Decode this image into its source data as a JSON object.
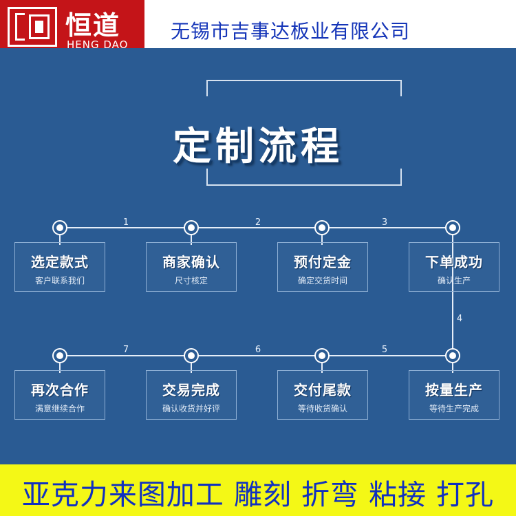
{
  "header": {
    "logo_cn": "恒道",
    "logo_en": "HENG DAO",
    "company": "无锡市吉事达板业有限公司"
  },
  "title": "定制流程",
  "steps": [
    {
      "title": "选定款式",
      "sub": "客户联系我们"
    },
    {
      "title": "商家确认",
      "sub": "尺寸核定"
    },
    {
      "title": "预付定金",
      "sub": "确定交货时间"
    },
    {
      "title": "下单成功",
      "sub": "确认生产"
    },
    {
      "title": "按量生产",
      "sub": "等待生产完成"
    },
    {
      "title": "交付尾款",
      "sub": "等待收货确认"
    },
    {
      "title": "交易完成",
      "sub": "确认收货并好评"
    },
    {
      "title": "再次合作",
      "sub": "满意继续合作"
    }
  ],
  "connectors": [
    "1",
    "2",
    "3",
    "4",
    "5",
    "6",
    "7"
  ],
  "banner": "亚克力来图加工 雕刻 折弯 粘接 打孔",
  "colors": {
    "logo_red": "#c41418",
    "panel_blue": "#2a5b93",
    "company_text": "#1535b8",
    "banner_yellow": "#f4f816",
    "banner_text": "#1030c0"
  }
}
